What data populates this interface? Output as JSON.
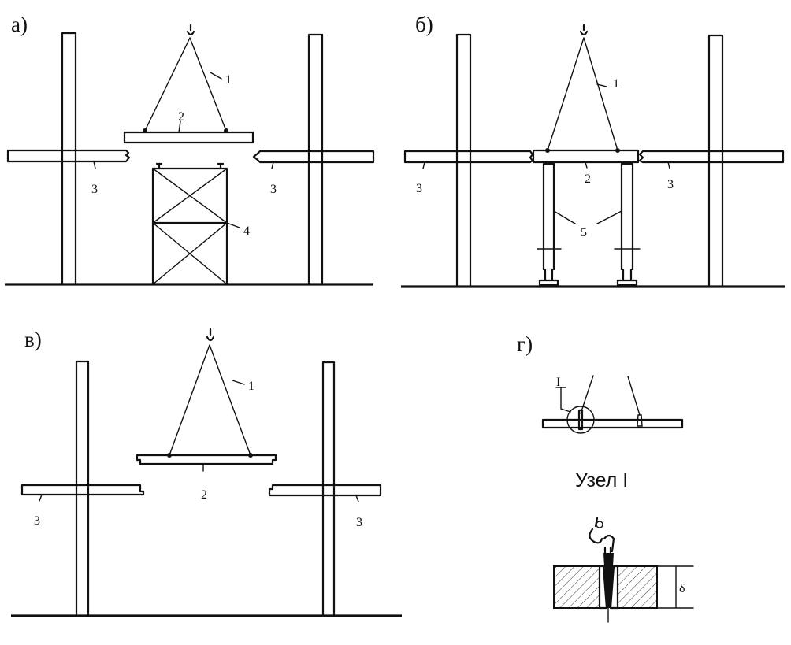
{
  "panels": {
    "a": {
      "label": "а)",
      "sling": "1",
      "slab": "2",
      "cantilever_left": "3",
      "cantilever_right": "3",
      "tower": "4"
    },
    "b": {
      "label": "б)",
      "sling": "1",
      "slab": "2",
      "cantilever_left": "3",
      "cantilever_right": "3",
      "props": "5"
    },
    "v": {
      "label": "в)",
      "sling": "1",
      "slab": "2",
      "cantilever_left": "3",
      "cantilever_right": "3"
    },
    "g": {
      "label": "г)",
      "node_mark": "I",
      "node_title": "Узел I",
      "dimension": "δ"
    }
  }
}
